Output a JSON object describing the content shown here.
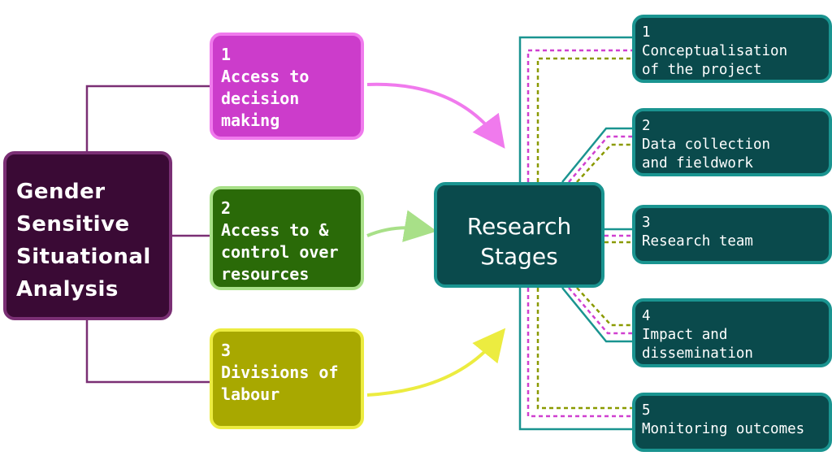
{
  "root": {
    "lines": [
      "Gender",
      "Sensitive",
      "Situational",
      "Analysis"
    ]
  },
  "factors": [
    {
      "number": "1",
      "lines": [
        "Access to",
        "decision",
        "making"
      ],
      "color": "#cc3ccb",
      "border": "#f07aed"
    },
    {
      "number": "2",
      "lines": [
        "Access to &",
        "control over",
        "resources"
      ],
      "color": "#2a6a08",
      "border": "#a8e088"
    },
    {
      "number": "3",
      "lines": [
        "Divisions of",
        "labour"
      ],
      "color": "#a8a800",
      "border": "#ecec40"
    }
  ],
  "center": {
    "lines": [
      "Research",
      "Stages"
    ],
    "color": "#0a4a4c",
    "border": "#1a9490"
  },
  "stages": [
    {
      "number": "1",
      "lines": [
        "Conceptualisation",
        "of the project"
      ]
    },
    {
      "number": "2",
      "lines": [
        "Data collection",
        "and fieldwork"
      ]
    },
    {
      "number": "3",
      "lines": [
        "Research team"
      ]
    },
    {
      "number": "4",
      "lines": [
        "Impact and",
        "dissemination"
      ]
    },
    {
      "number": "5",
      "lines": [
        "Monitoring outcomes"
      ]
    }
  ],
  "colors": {
    "root_fill": "#3a0a35",
    "root_connector": "#7a2f74",
    "arrow_1": "#f07aed",
    "arrow_2": "#a8e088",
    "arrow_3": "#ecec40",
    "teal_line": "#1a9490",
    "pink_dotted": "#d040d0",
    "olive_dotted": "#8a9a00"
  }
}
